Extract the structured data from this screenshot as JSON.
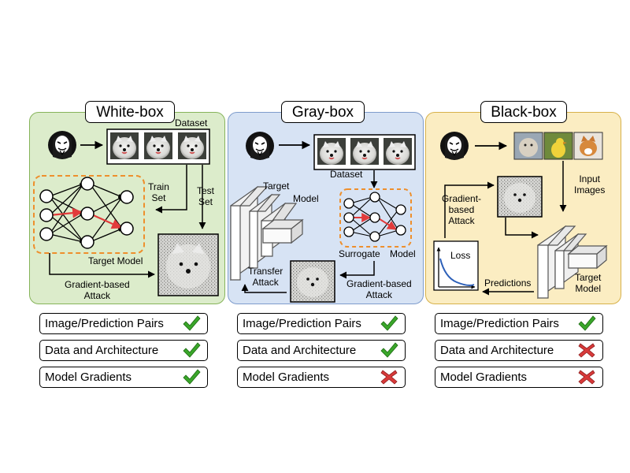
{
  "panels": {
    "white": {
      "title": "White-box",
      "dataset": "Dataset",
      "train_set": "Train\nSet",
      "test_set": "Test\nSet",
      "target_model": "Target Model",
      "attack": "Gradient-based\nAttack",
      "fill": "#dceccb",
      "border": "#86b45a"
    },
    "gray": {
      "title": "Gray-box",
      "dataset": "Dataset",
      "target": "Target",
      "model": "Model",
      "surrogate": "Surrogate",
      "surrogate_model": "Model",
      "transfer_attack": "Transfer\nAttack",
      "attack": "Gradient-based\nAttack",
      "fill": "#d7e3f4",
      "border": "#7e9ccc"
    },
    "black": {
      "title": "Black-box",
      "input_images": "Input\nImages",
      "attack": "Gradient-\nbased\nAttack",
      "loss": "Loss",
      "predictions": "Predictions",
      "target_model": "Target\nModel",
      "fill": "#fbedc2",
      "border": "#d7b14a"
    }
  },
  "properties": {
    "white": [
      {
        "label": "Image/Prediction Pairs",
        "status": "check"
      },
      {
        "label": "Data and Architecture",
        "status": "check"
      },
      {
        "label": "Model Gradients",
        "status": "check"
      }
    ],
    "gray": [
      {
        "label": "Image/Prediction Pairs",
        "status": "check"
      },
      {
        "label": "Data and Architecture",
        "status": "check"
      },
      {
        "label": "Model Gradients",
        "status": "cross"
      }
    ],
    "black": [
      {
        "label": "Image/Prediction Pairs",
        "status": "check"
      },
      {
        "label": "Data and Architecture",
        "status": "cross"
      },
      {
        "label": "Model Gradients",
        "status": "cross"
      }
    ]
  },
  "colors": {
    "check": "#3aa62a",
    "cross": "#d83a3a",
    "dashed_box": "#ee8f2c",
    "nn_highlight": "#e23b3b"
  }
}
